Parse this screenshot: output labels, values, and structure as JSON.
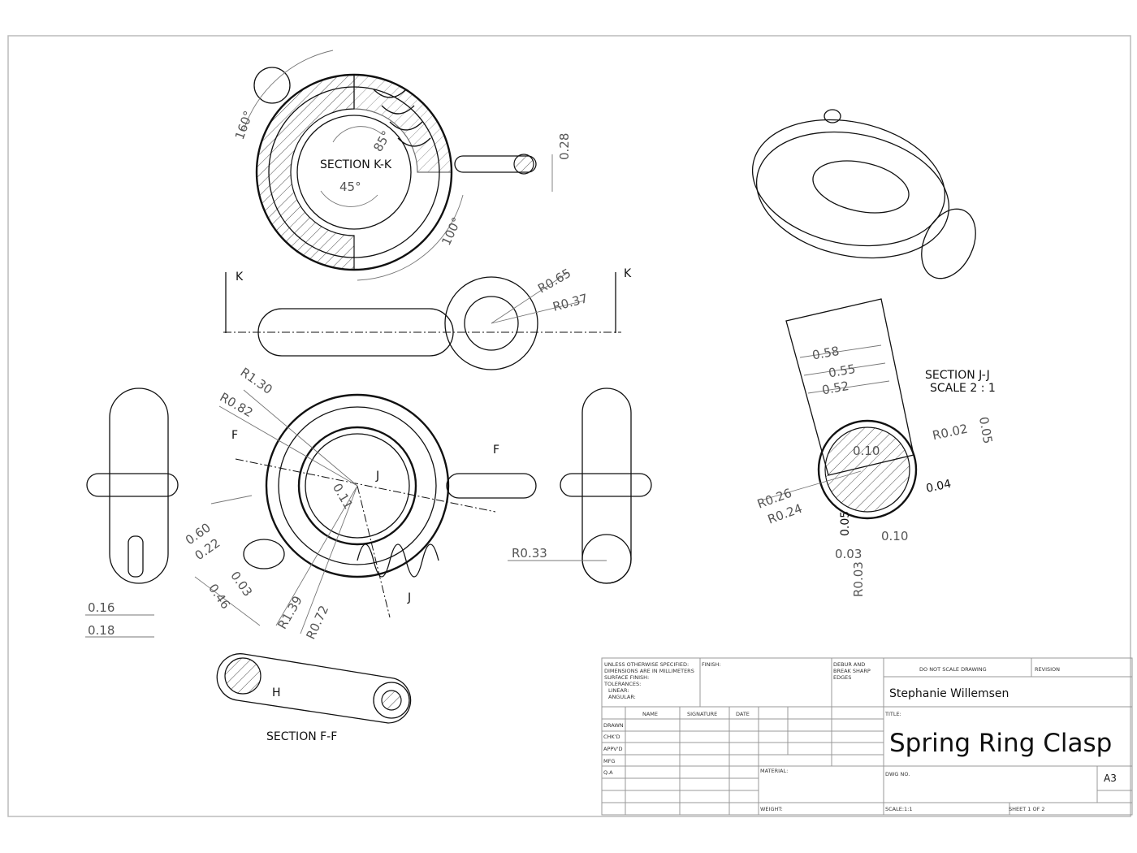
{
  "views": {
    "section_kk": {
      "label": "SECTION K-K",
      "angles": [
        "160°",
        "85°",
        "45°",
        "100°"
      ],
      "dims": [
        "0.28"
      ]
    },
    "side_view": {
      "cut_labels": [
        "K",
        "K"
      ],
      "radii": [
        "R0.65",
        "R0.37"
      ]
    },
    "front_view": {
      "radii": [
        "R1.30",
        "R0.82",
        "R1.39",
        "R0.72"
      ],
      "cut_labels": [
        "F",
        "F",
        "J",
        "J"
      ],
      "dims": [
        "0.11",
        "0.60",
        "0.22",
        "0.03",
        "0.46"
      ]
    },
    "left_view": {
      "dims": [
        "0.16",
        "0.18"
      ]
    },
    "right_view": {
      "radii": [
        "R0.33"
      ]
    },
    "section_ff": {
      "label": "SECTION F-F",
      "marker": "H"
    },
    "section_jj": {
      "label": "SECTION J-J",
      "scale": "SCALE 2 : 1",
      "dims": [
        "0.58",
        "0.55",
        "0.52",
        "R0.02",
        "0.05",
        "0.10",
        "R0.26",
        "R0.24",
        "0.04",
        "0.05",
        "0.10",
        "0.03",
        "R0.03"
      ]
    }
  },
  "title_block": {
    "notes": [
      "UNLESS OTHERWISE SPECIFIED:",
      "DIMENSIONS ARE IN MILLIMETERS",
      "SURFACE FINISH:",
      "TOLERANCES:",
      "LINEAR:",
      "ANGULAR:"
    ],
    "finish": "FINISH:",
    "debur": [
      "DEBUR AND",
      "BREAK SHARP",
      "EDGES"
    ],
    "do_not_scale": "DO NOT SCALE DRAWING",
    "revision": "REVISION",
    "author": "Stephanie Willemsen",
    "headers": [
      "NAME",
      "SIGNATURE",
      "DATE"
    ],
    "rows": [
      "DRAWN",
      "CHK'D",
      "APPV'D",
      "MFG",
      "Q.A"
    ],
    "title_label": "TITLE:",
    "title": "Spring Ring Clasp",
    "material": "MATERIAL:",
    "dwg_no": "DWG NO.",
    "size": "A3",
    "weight": "WEIGHT:",
    "scale": "SCALE:1:1",
    "sheet": "SHEET 1 OF 2"
  }
}
